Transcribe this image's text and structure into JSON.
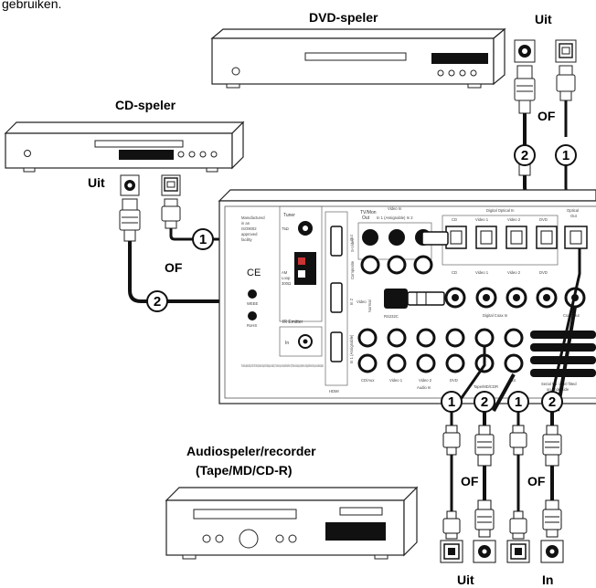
{
  "top_text": "gebruiken.",
  "labels": {
    "dvd_player": "DVD-speler",
    "cd_player": "CD-speler",
    "audio_player": "Audiospeler/recorder",
    "audio_player_sub": "(Tape/MD/CD-R)",
    "out": "Uit",
    "in": "In",
    "optical": "OF"
  },
  "receiver": {
    "tuner": "Tuner",
    "ohm": "75Ω",
    "am_loop": "AM",
    "loop": "Loop",
    "loop_ohm": "300Ω",
    "manufactured": "Manufactured",
    "in_an": "in an",
    "iso": "ISO9002",
    "approved": "approved",
    "facility": "facility",
    "hdmi": "HDMI",
    "hdmi_out": "Out",
    "hdmi_in2": "In 2",
    "hdmi_in1": "In 1 (Assignable)",
    "tv_mon": "TV/Mon",
    "tv_mon_out": "Out",
    "video_in": "Video In",
    "video_in_sub": "In 1 (Assignable) In 2",
    "s_video": "S-Video",
    "composite": "Composite",
    "video": "Video",
    "normal": "Normal",
    "rs232c": "RS232C",
    "ir_emitter": "IR Emitter",
    "ir_in": "In",
    "weee": "WEEE",
    "rohs": "RoHS",
    "ce": "CE",
    "digital_optical_in": "Digital Optical In",
    "optical_out": "Optical",
    "optical_out2": "Out",
    "digital_coax_in": "Digital Coax In",
    "coax_out": "Coax Out",
    "cd": "CD",
    "video1": "Video 1",
    "video2": "Video 2",
    "dvd": "DVD",
    "cd_aux": "CD/Aux",
    "tape_md_cdr": "Tape/MD/CDR",
    "out_label": "Out",
    "audio_in": "Audio In",
    "serial_no": "Serial No. label fitted",
    "serial_no2": "on underside",
    "fcc_note": "This device complies with part 15 of the FCC Rules. Operation is subject to the following two conditions: 1) This device may not cause harmful interference 2) This device must accept any interference, including interference that may cause undesired operation."
  },
  "callouts": [
    "1",
    "2",
    "1",
    "2",
    "1",
    "2",
    "1",
    "2"
  ]
}
